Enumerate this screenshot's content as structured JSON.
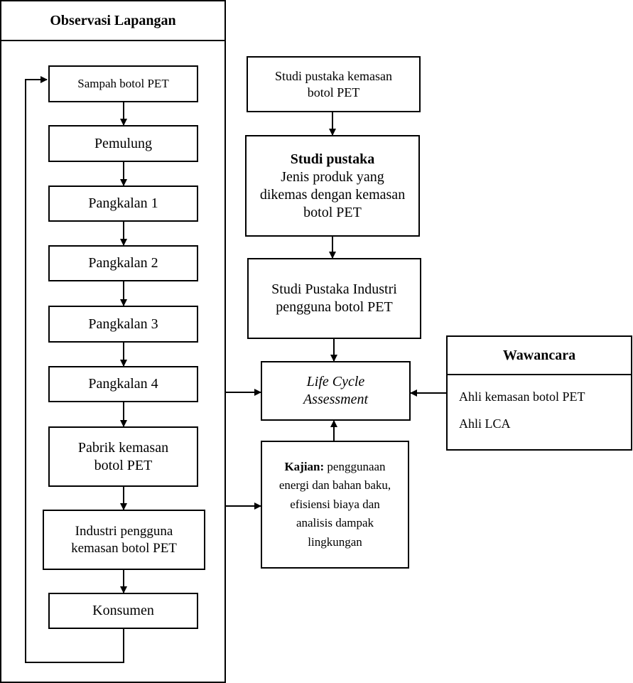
{
  "observasi": {
    "title": "Observasi Lapangan",
    "steps": [
      "Sampah botol PET",
      "Pemulung",
      "Pangkalan 1",
      "Pangkalan 2",
      "Pangkalan 3",
      "Pangkalan 4",
      "Pabrik kemasan botol PET",
      "Industri pengguna kemasan botol PET",
      "Konsumen"
    ]
  },
  "studi": {
    "box1": "Studi pustaka kemasan  botol PET",
    "box2_title": "Studi pustaka",
    "box2_body": "Jenis produk yang dikemas dengan kemasan botol PET",
    "box3": "Studi Pustaka Industri pengguna botol PET"
  },
  "lca": {
    "label": "Life Cycle Assessment"
  },
  "kajian": {
    "label": "Kajian:",
    "body": "penggunaan energi dan bahan baku, efisiensi biaya dan analisis dampak lingkungan"
  },
  "wawancara": {
    "title": "Wawancara",
    "items": [
      "Ahli kemasan botol PET",
      "Ahli LCA"
    ]
  }
}
